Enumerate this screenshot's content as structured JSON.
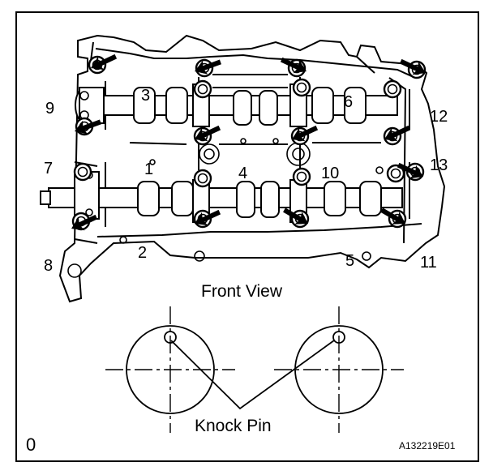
{
  "bolt_labels": [
    "1",
    "2",
    "3",
    "4",
    "5",
    "6",
    "7",
    "8",
    "9",
    "10",
    "11",
    "12",
    "13"
  ],
  "front_view_caption": "Front View",
  "knock_pin_caption": "Knock Pin",
  "corner_mark": "0",
  "figure_code": "A132219E01",
  "colors": {
    "ink": "#000000",
    "paper": "#ffffff"
  }
}
